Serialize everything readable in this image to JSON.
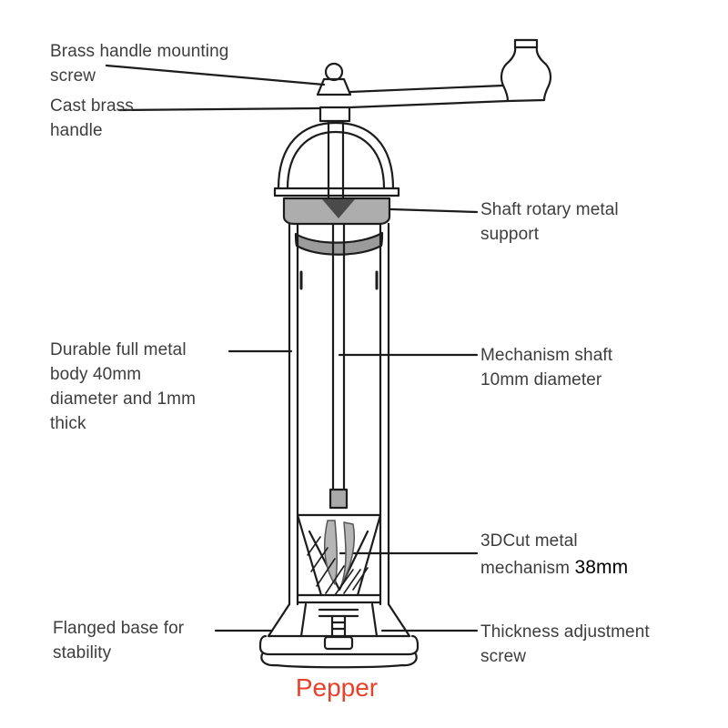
{
  "diagram_title": "Pepper",
  "subject": "pepper-mill-exploded-diagram",
  "labels": {
    "mounting_screw": "Brass handle mounting screw",
    "handle": "Cast brass handle",
    "shaft_support": "Shaft rotary metal support",
    "body": "Durable full metal body 40mm diameter and 1mm thick",
    "mechanism_shaft": "Mechanism shaft 10mm diameter",
    "mechanism": "3DCut metal mechanism",
    "mechanism_size": "38mm",
    "base": "Flanged base for stability",
    "adjustment_screw": "Thickness adjustment screw"
  },
  "colors": {
    "title": "#e8402a",
    "label_text": "#3d3d3d",
    "line": "#1c1c1c",
    "shade_band": "#adadad",
    "shade_dark": "#4a4a4a"
  }
}
